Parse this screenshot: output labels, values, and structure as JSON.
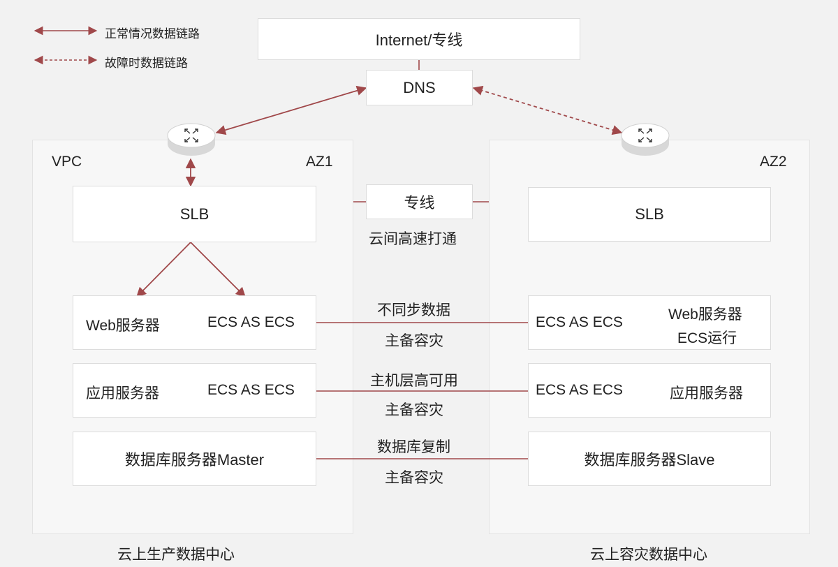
{
  "legend": {
    "normal": "正常情况数据链路",
    "failover": "故障时数据链路"
  },
  "top": {
    "internet": "Internet/专线",
    "dns": "DNS"
  },
  "left_region": {
    "vpc": "VPC",
    "az": "AZ1",
    "slb": "SLB",
    "web_label": "Web服务器",
    "web_ecs": "ECS AS ECS",
    "app_label": "应用服务器",
    "app_ecs": "ECS AS ECS",
    "db": "数据库服务器Master",
    "caption": "云上生产数据中心"
  },
  "right_region": {
    "az": "AZ2",
    "slb": "SLB",
    "web_ecs": "ECS AS ECS",
    "web_label_1": "Web服务器",
    "web_label_2": "ECS运行",
    "app_ecs": "ECS AS ECS",
    "app_label": "应用服务器",
    "db": "数据库服务器Slave",
    "caption": "云上容灾数据中心"
  },
  "middle": {
    "line": "专线",
    "line_caption": "云间高速打通",
    "web_link_top": "不同步数据",
    "web_link_bottom": "主备容灾",
    "app_link_top": "主机层高可用",
    "app_link_bottom": "主备容灾",
    "db_link_top": "数据库复制",
    "db_link_bottom": "主备容灾"
  },
  "colors": {
    "link": "#a0484a",
    "box_border": "#dcdcdc",
    "background": "#f2f2f2"
  }
}
